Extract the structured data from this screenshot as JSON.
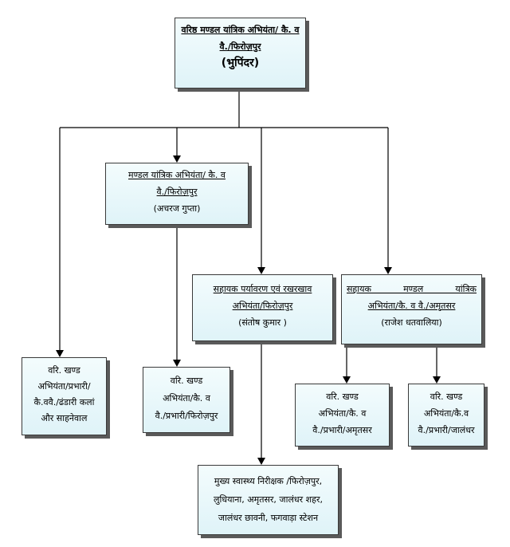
{
  "nodes": {
    "senior_dme": {
      "line1": "वरिष्ठ मण्डल यांत्रिक अभियंता/ कै. व",
      "line2": "वै./फिरोज़पुर",
      "name": "(भुपिंदर)"
    },
    "dme": {
      "line1": "मण्डल यांत्रिक अभियंता/ कै. व",
      "line2": "वै./फिरोज़पुर",
      "name": "(अचरज गुप्ता)"
    },
    "assistant_env": {
      "line1": "सहायक पर्यावरण एवं रखरखाव",
      "line2": "अभियंता/फिरोज़पुर",
      "name": "(संतोष कुमार )"
    },
    "assistant_dme": {
      "line1": "सहायक मण्डल यांत्रिक",
      "line2": "अभियंता/कै. व वै./अमृतसर",
      "name": "(राजेश धतवालिया)"
    },
    "sse_dhandari": {
      "line1": "वरि. खण्ड",
      "line2": "अभियंता/प्रभारी/",
      "line3": "कै.ववै./ढंडारी कलां",
      "line4": "और साहनेवाल"
    },
    "sse_firozpur": {
      "line1": "वरि. खण्ड",
      "line2": "अभियंता/कै. व",
      "line3": "वै./प्रभारी/फिरोज़पुर"
    },
    "sse_amritsar": {
      "line1": "वरि. खण्ड",
      "line2": "अभियंता/कै. व",
      "line3": "वै./प्रभारी/अमृतसर"
    },
    "sse_jalandhar": {
      "line1": "वरि. खण्ड",
      "line2": "अभियंता/कै.व",
      "line3": "वै./प्रभारी/जालंधर"
    },
    "chief_health": {
      "line1": "मुख्य स्वास्थ्य निरीक्षक /फिरोज़पुर,",
      "line2": "लुधियाना, अमृतसर, जालंधर शहर,",
      "line3": "जालंधर छावनी, फगवाड़ा स्टेशन"
    }
  }
}
